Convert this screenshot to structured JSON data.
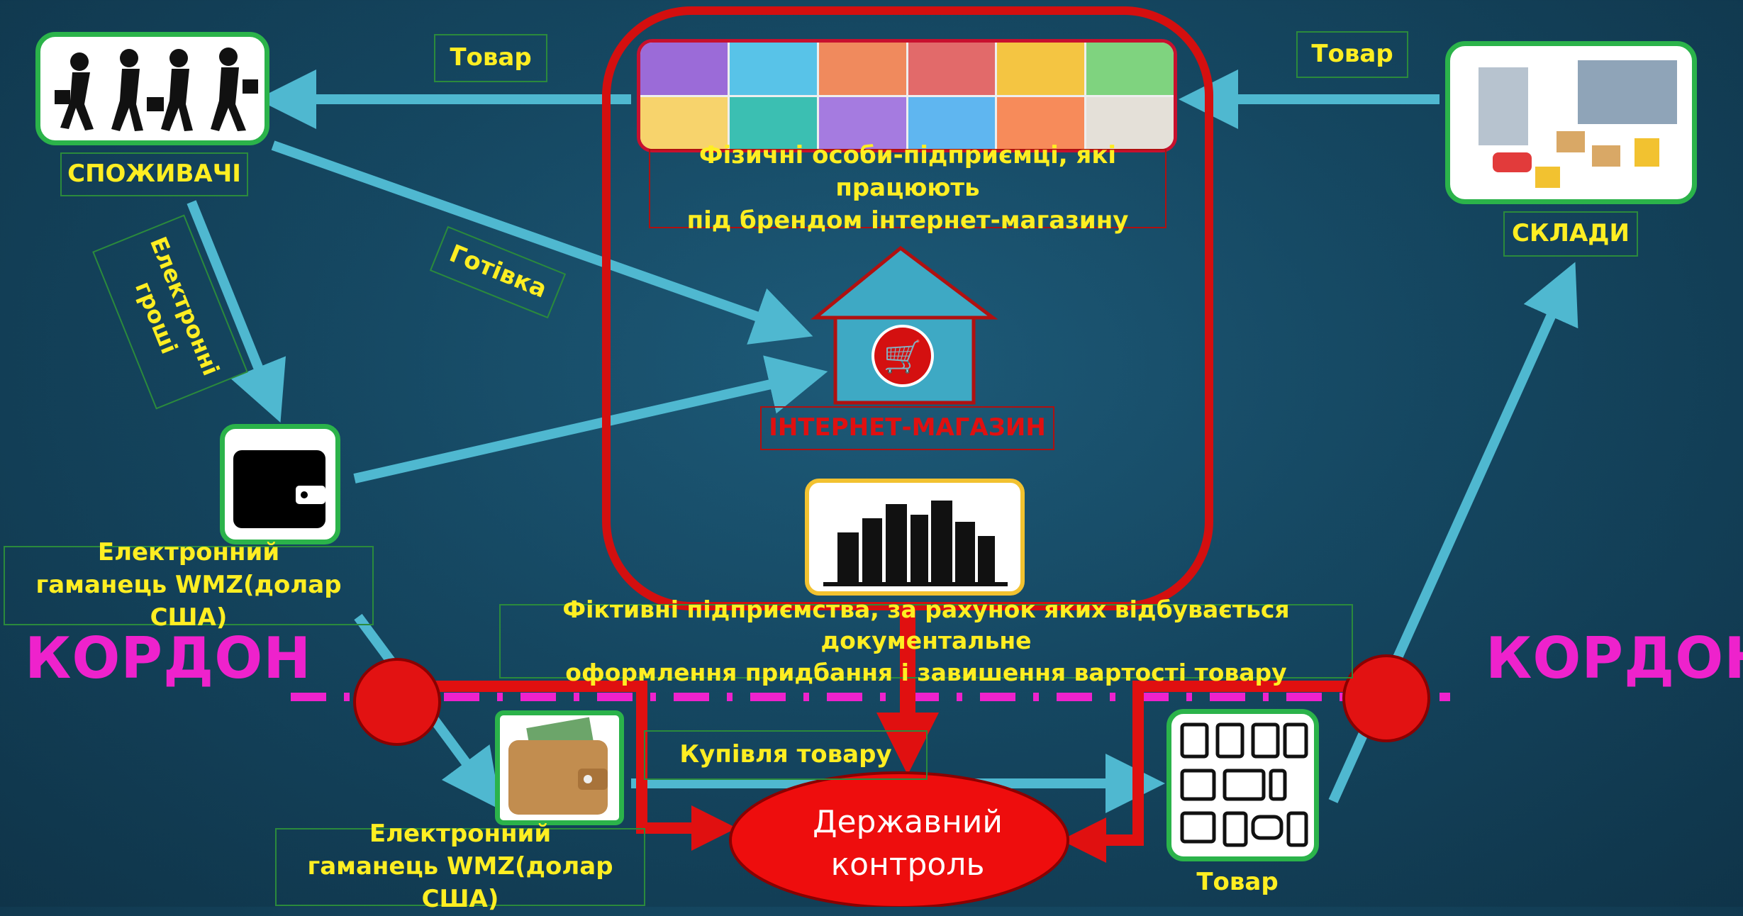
{
  "labels": {
    "consumers": "СПОЖИВАЧІ",
    "warehouses": "СКЛАДИ",
    "goods_top_left": "Товар",
    "goods_top_right": "Товар",
    "goods_bottom": "Товар",
    "cash": "Готівка",
    "e_money": "Електронні гроші",
    "individuals_line1": "Фізичні особи-підприємці, які працюють",
    "individuals_line2": "під брендом інтернет-магазину",
    "internet_shop": "ІНТЕРНЕТ-МАГАЗИН",
    "wallet1_line1": "Електронний",
    "wallet1_line2": "гаманець WMZ(долар США)",
    "wallet2_line1": "Електронний",
    "wallet2_line2": "гаманець WMZ(долар США)",
    "fictitious_line1": "Фіктивні підприємства, за рахунок яких відбувається документальне",
    "fictitious_line2": "оформлення придбання і завишення вартості товару",
    "purchase": "Купівля товару",
    "state_control_line1": "Державний",
    "state_control_line2": "контроль",
    "border_left": "КОРДОН",
    "border_right": "КОРДОН"
  },
  "icons": {
    "consumers": "shoppers-icon",
    "warehouses": "warehouse-icon",
    "people_grid": "people-avatars-icon",
    "shop": "shop-house-icon",
    "cart": "cart-icon",
    "city": "city-buildings-icon",
    "wallet_black": "wallet-icon",
    "wallet_brown": "wallet-money-icon",
    "devices": "electronics-icon"
  },
  "colors": {
    "arrow": "#4fb8d0",
    "red": "#e01010",
    "label_text": "#ffee22",
    "label_border": "#2b8a3c",
    "border_line": "#ee22cc"
  }
}
